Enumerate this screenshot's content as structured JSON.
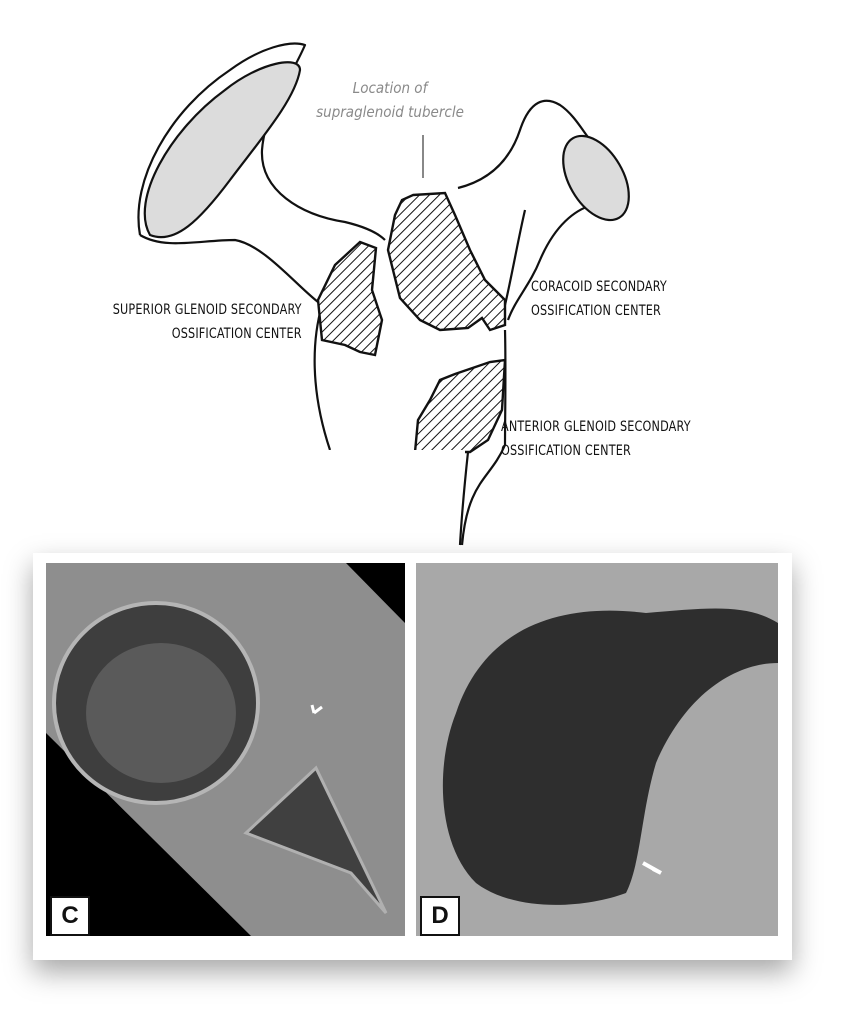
{
  "annotation": {
    "line1": "Location of",
    "line2": "supraglenoid tubercle"
  },
  "labels": {
    "superior": {
      "line1": "SUPERIOR GLENOID SECONDARY",
      "line2": "OSSIFICATION CENTER"
    },
    "coracoid": {
      "line1": "CORACOID SECONDARY",
      "line2": "OSSIFICATION CENTER"
    },
    "anterior": {
      "line1": "ANTERIOR GLENOID SECONDARY",
      "line2": "OSSIFICATION CENTER"
    }
  },
  "panels": [
    {
      "label": "C"
    },
    {
      "label": "D"
    }
  ]
}
